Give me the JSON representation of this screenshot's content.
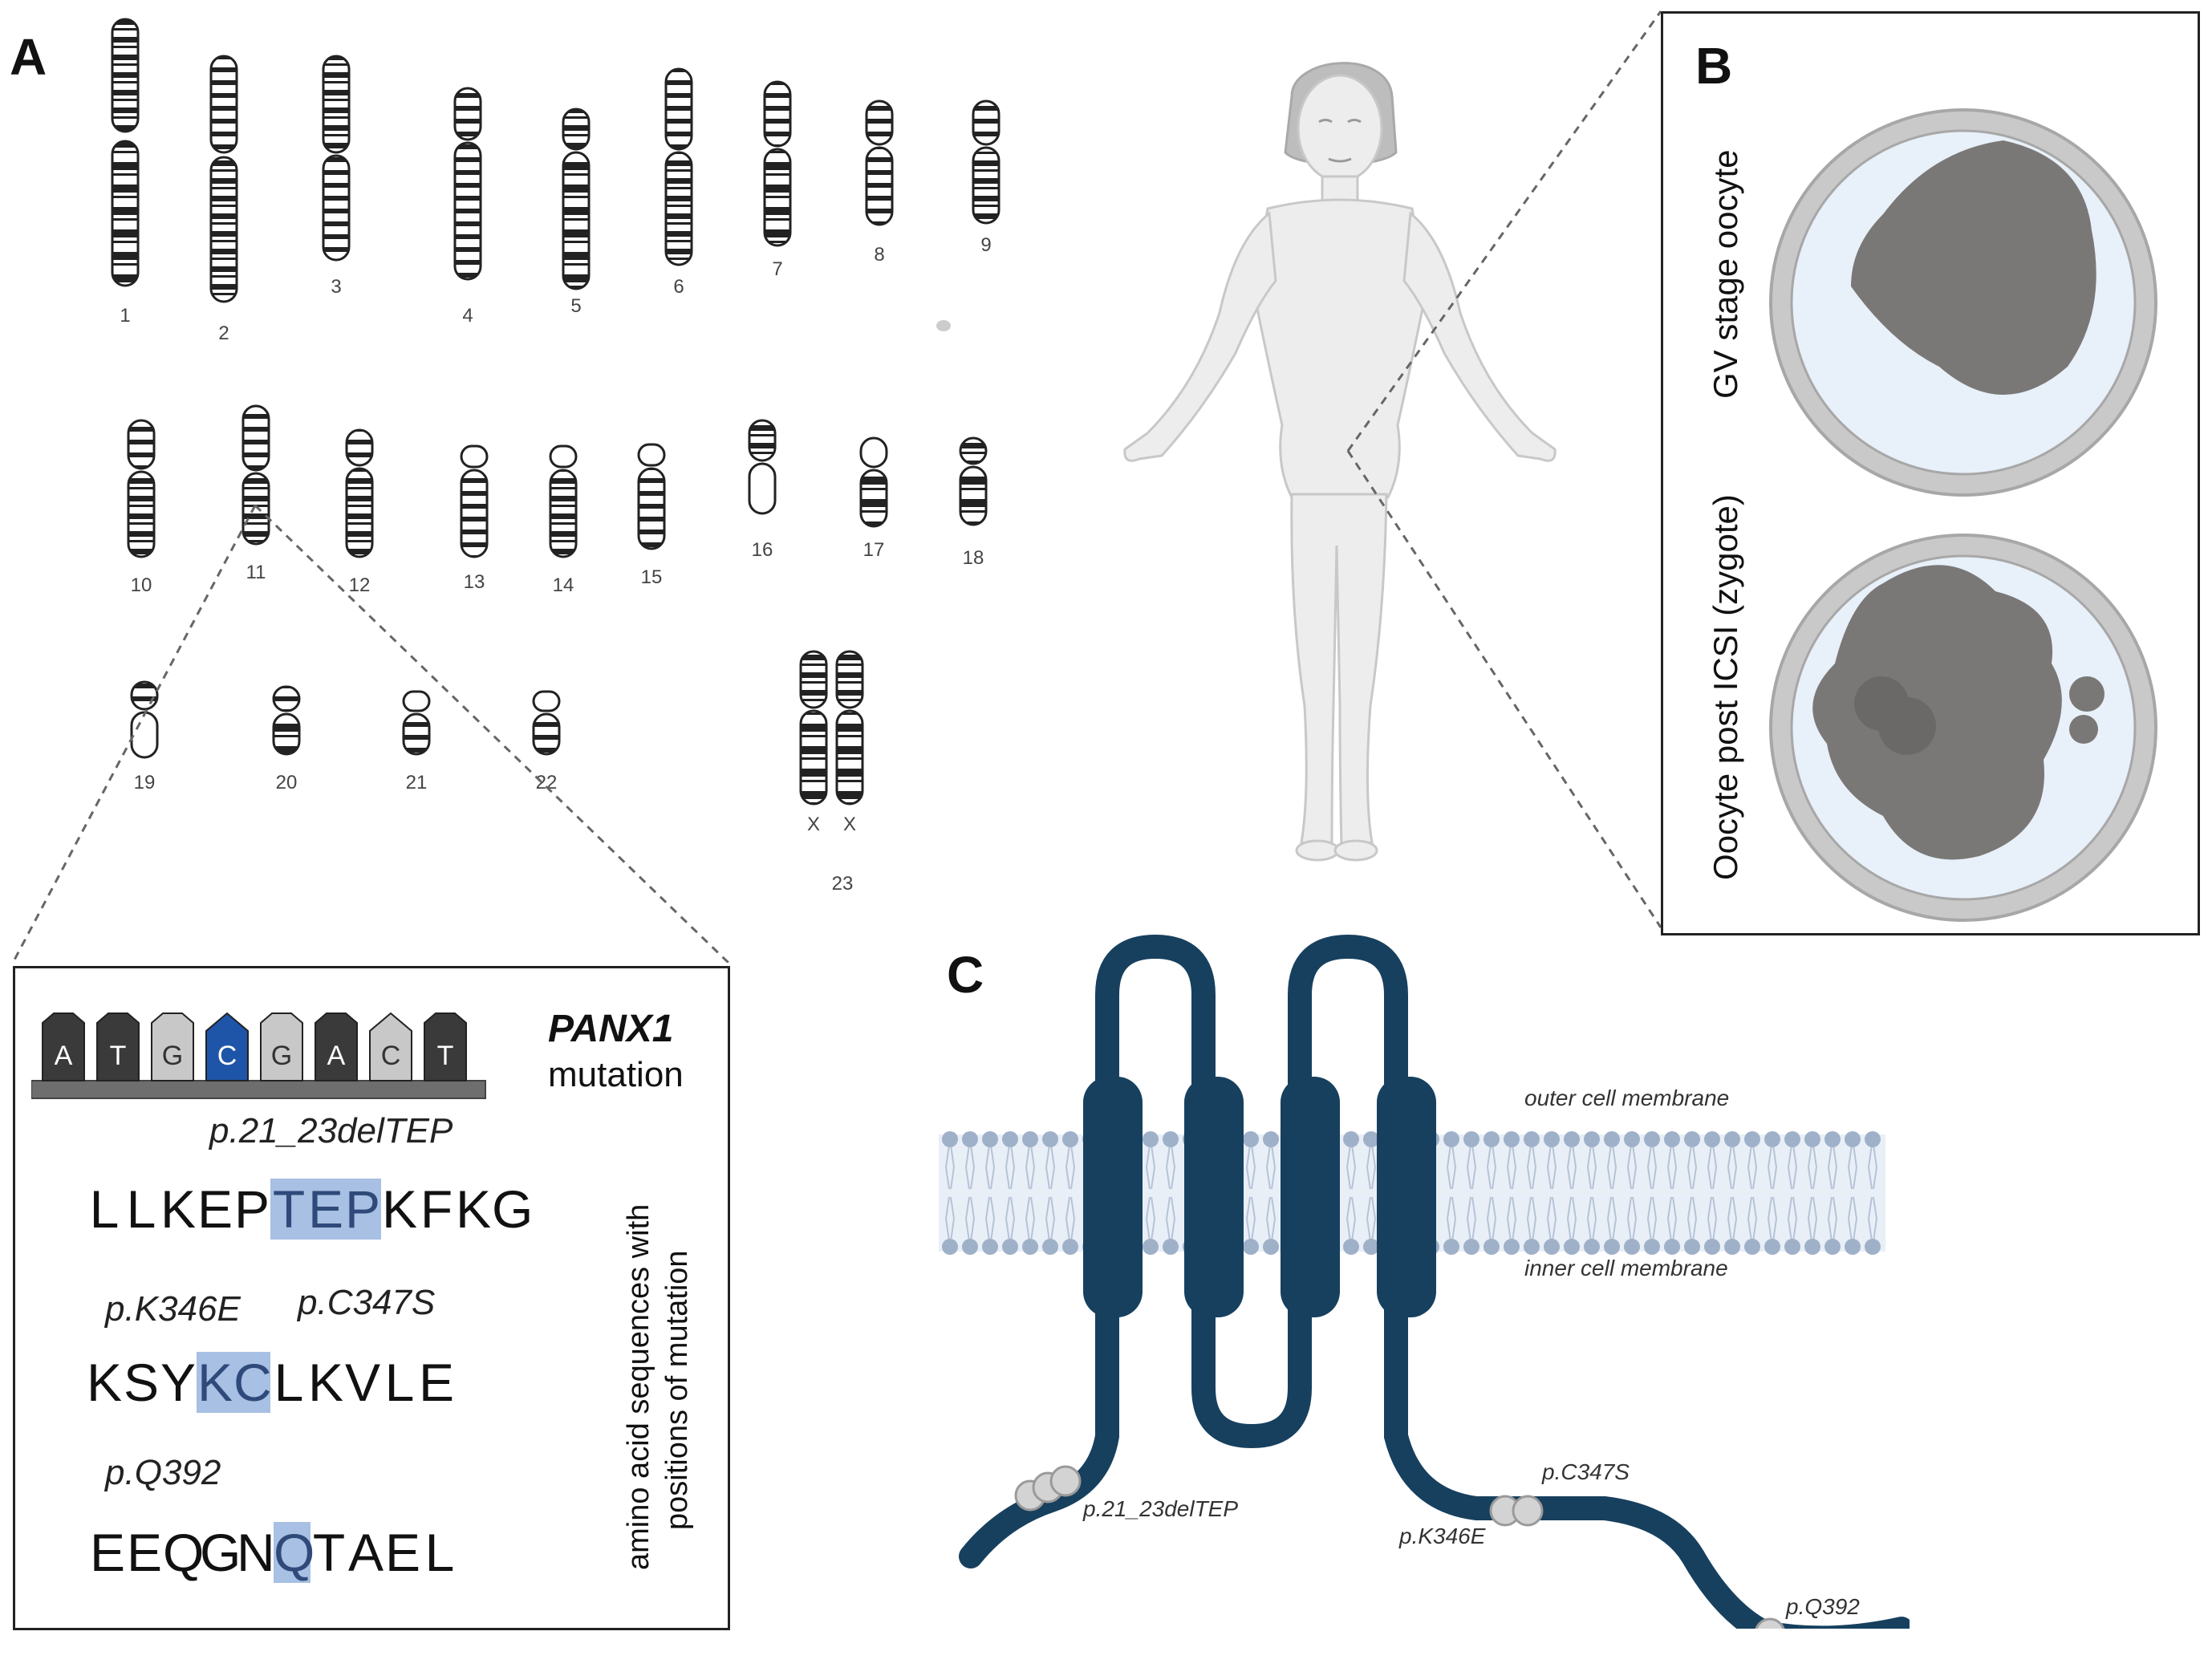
{
  "panels": {
    "a": "A",
    "b": "B",
    "c": "C"
  },
  "karyotype": {
    "labels": [
      "1",
      "2",
      "3",
      "4",
      "5",
      "6",
      "7",
      "8",
      "9",
      "10",
      "11",
      "12",
      "13",
      "14",
      "15",
      "16",
      "17",
      "18",
      "19",
      "20",
      "21",
      "22"
    ],
    "sex_labels": [
      "X",
      "X"
    ],
    "sex_pair_label": "23"
  },
  "mutation_box": {
    "bases": [
      "A",
      "T",
      "G",
      "C",
      "G",
      "A",
      "C",
      "T"
    ],
    "gene": "PANX1",
    "gene_sub": "mutation",
    "mut1": "p.21_23delTEP",
    "seq1": [
      "L",
      "L",
      "K",
      "E",
      "P",
      "T",
      "E",
      "P",
      "K",
      "F",
      "K",
      "G"
    ],
    "mut2": "p.K346E",
    "mut3": "p.C347S",
    "seq2": [
      "K",
      "S",
      "Y",
      "K",
      "C",
      "L",
      "K",
      "V",
      "L",
      "E"
    ],
    "mut4": "p.Q392",
    "seq3": [
      "E",
      "E",
      "Q",
      "G",
      "N",
      "Q",
      "T",
      "A",
      "E",
      "L"
    ],
    "side_line1": "amino acid sequences with",
    "side_line2": "positions of mutation"
  },
  "oocytes": {
    "label1": "GV stage oocyte",
    "label2": "Oocyte post ICSI (zygote)"
  },
  "membrane": {
    "outer": "outer cell membrane",
    "inner": "inner cell membrane",
    "site1": "p.21_23delTEP",
    "site2": "p.C347S",
    "site3": "p.K346E",
    "site4": "p.Q392"
  },
  "colors": {
    "protein": "#17405e",
    "lipid_head": "#9fb1c9",
    "membrane_bg": "#e9eff7",
    "highlight": "#a7c0e3",
    "mutant_base": "#1f55a8",
    "cell_gray": "#7a7876"
  }
}
